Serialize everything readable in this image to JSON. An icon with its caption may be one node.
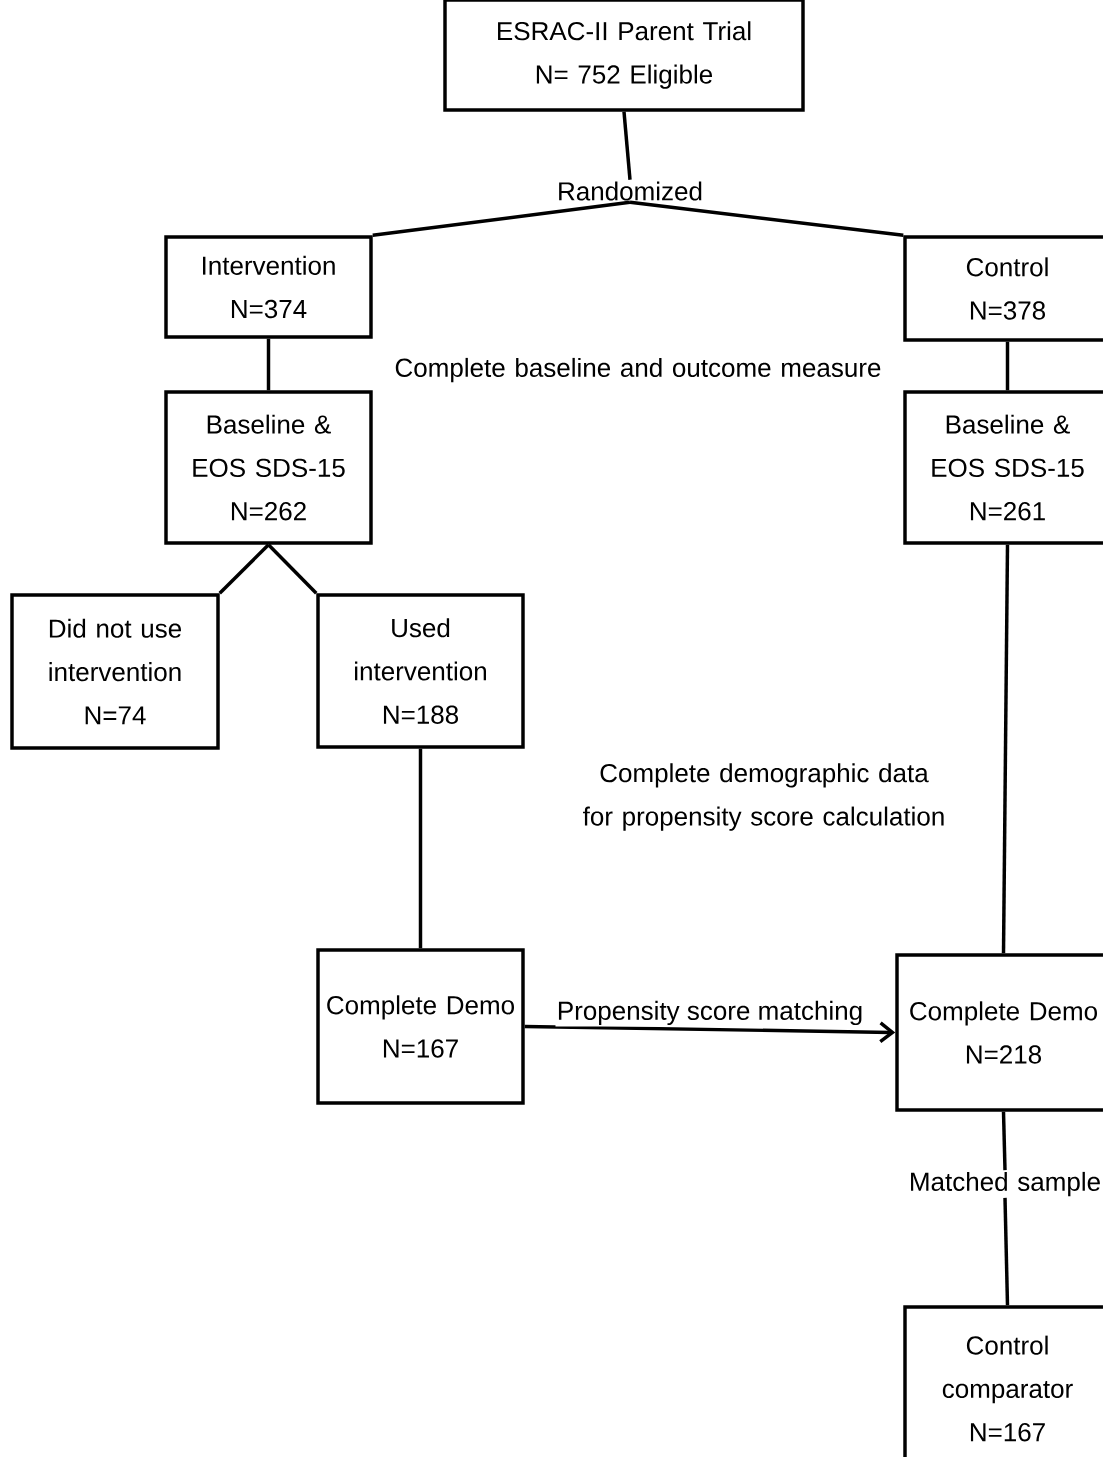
{
  "diagram": {
    "nodes": [
      {
        "text": [
          "ESRAC-II Parent Trial",
          "N= 752 Eligible"
        ]
      },
      {
        "text": [
          "Randomized"
        ]
      },
      {
        "text": [
          "Intervention",
          "N=374"
        ]
      },
      {
        "text": [
          "Control",
          "N=378"
        ]
      },
      {
        "text": [
          "Baseline & EOS SDS-15",
          "N=262"
        ]
      },
      {
        "text": [
          "Baseline & EOS SDS-15",
          "N=261"
        ]
      },
      {
        "text": [
          "Did not use intervention",
          "N=74"
        ]
      },
      {
        "text": [
          "Used intervention",
          "N=188"
        ]
      },
      {
        "text": [
          "Complete Demo",
          "N=167"
        ]
      },
      {
        "text": [
          "Complete Demo",
          "N=218"
        ]
      },
      {
        "text": [
          "Matched sample"
        ]
      },
      {
        "text": [
          "Control comparator",
          "N=167"
        ]
      }
    ],
    "edges": [
      {
        "from": 0,
        "to": 1,
        "arrow": "none"
      },
      {
        "from": 1,
        "to": 2,
        "arrow": "none"
      },
      {
        "from": 1,
        "to": 3,
        "arrow": "none"
      },
      {
        "from": 2,
        "to": 4,
        "arrow": "none"
      },
      {
        "from": 3,
        "to": 5,
        "arrow": "none"
      },
      {
        "from": 4,
        "to": 6,
        "arrow": "none"
      },
      {
        "from": 4,
        "to": 7,
        "arrow": "none"
      },
      {
        "from": 7,
        "to": 8,
        "arrow": "none"
      },
      {
        "from": 5,
        "to": 9,
        "arrow": "none"
      },
      {
        "from": 8,
        "to": 9,
        "arrow": "to",
        "label": "Propensity score matching"
      },
      {
        "from": 9,
        "to": 10,
        "arrow": "none"
      },
      {
        "from": 10,
        "to": 11,
        "arrow": "none"
      }
    ],
    "labels": [
      "Complete baseline and outcome measure",
      "Complete demographic data for propensity score calculation"
    ]
  }
}
